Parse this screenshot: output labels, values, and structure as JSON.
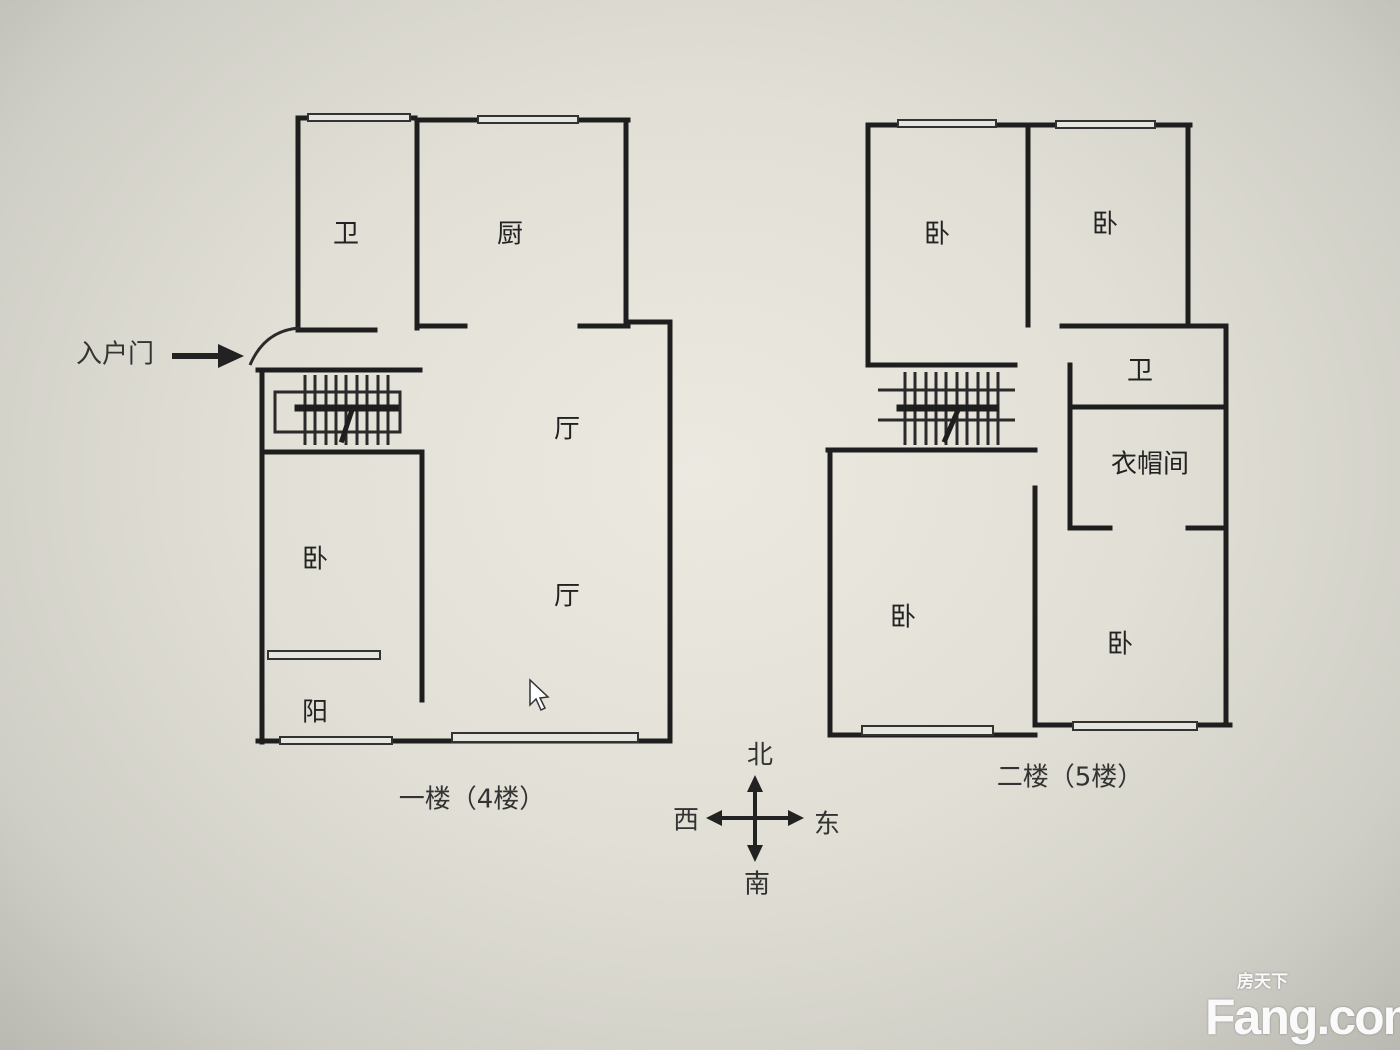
{
  "floor1": {
    "caption": "一楼（4楼）",
    "entrance_label": "入户门",
    "rooms": {
      "bath": "卫",
      "kitchen": "厨",
      "living1": "厅",
      "living2": "厅",
      "bedroom": "卧",
      "balcony": "阳"
    }
  },
  "floor2": {
    "caption": "二楼（5楼）",
    "rooms": {
      "bed_nw": "卧",
      "bed_ne": "卧",
      "bath": "卫",
      "closet": "衣帽间",
      "bed_sw": "卧",
      "bed_se": "卧"
    }
  },
  "compass": {
    "north": "北",
    "south": "南",
    "west": "西",
    "east": "东"
  },
  "watermark": {
    "brand": "Fang.com",
    "cn": "房天下"
  }
}
